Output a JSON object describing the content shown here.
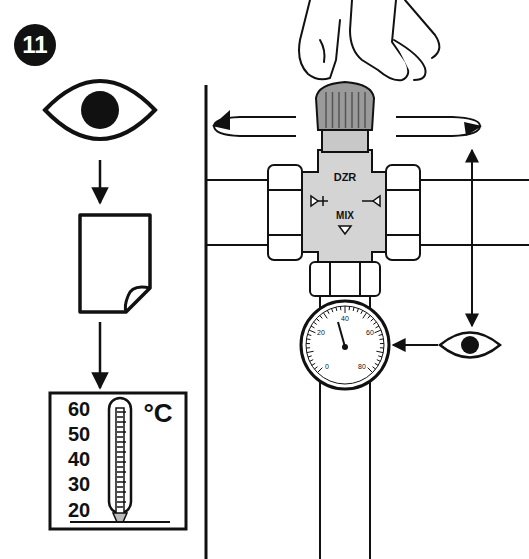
{
  "diagram": {
    "labels": [
      "11",
      "DZR",
      "MIX",
      "40",
      "20",
      "60",
      "0",
      "80",
      "60",
      "50",
      "40",
      "30",
      "20",
      "°C"
    ]
  }
}
